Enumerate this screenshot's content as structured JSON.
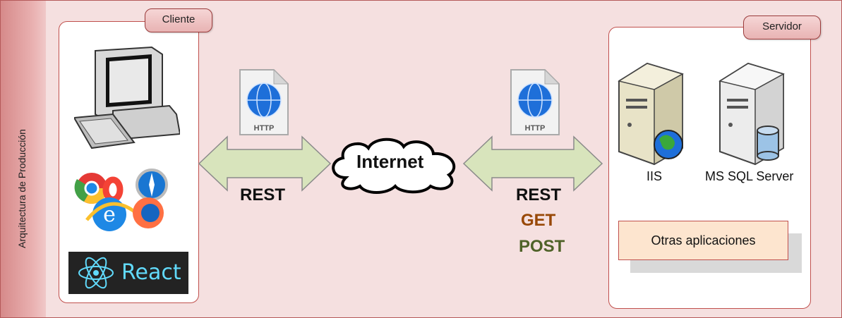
{
  "side_label": "Arquitectura de Producción",
  "client": {
    "title": "Cliente",
    "react_label": "React"
  },
  "server": {
    "title": "Servidor",
    "iis_label": "IIS",
    "sql_label": "MS SQL Server",
    "other_apps": "Otras aplicaciones"
  },
  "internet_label": "Internet",
  "http_icon_label": "HTTP",
  "left_link": {
    "label": "REST"
  },
  "right_link": {
    "label": "REST",
    "methods": [
      {
        "name": "GET",
        "color": "#984806"
      },
      {
        "name": "POST",
        "color": "#4f6228"
      }
    ]
  },
  "colors": {
    "arrow_fill": "#d8e4bc",
    "arrow_stroke": "#8a8a8a",
    "panel_border": "#c0504d",
    "background": "#f5e0e0"
  }
}
